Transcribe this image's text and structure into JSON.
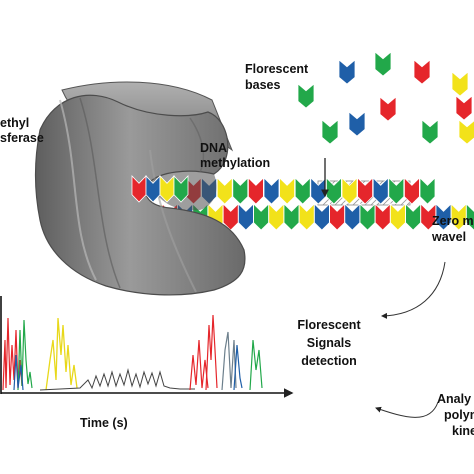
{
  "labels": {
    "enzyme_line1": "ethyl",
    "enzyme_line2": "sferase",
    "dna_methylation_line1": "DNA",
    "dna_methylation_line2": "methylation",
    "florescent_bases_line1": "Florescent",
    "florescent_bases_line2": "bases",
    "zero_mode_line1": "Zero m",
    "zero_mode_line2": "wavel",
    "signals_line1": "Florescent",
    "signals_line2": "Signals",
    "signals_line3": "detection",
    "time_axis": "Time (s)",
    "analysis_line1": "Analy",
    "analysis_line2": "polym",
    "analysis_line3": "kine"
  },
  "colors": {
    "red": "#e5262b",
    "green": "#22a84a",
    "blue": "#1f5fa8",
    "yellow": "#f2e21a",
    "enzyme": "#8c8c8c",
    "trace_black": "#444444",
    "trace_gray": "#6c7f8c"
  },
  "free_bases": [
    {
      "color": "blue"
    },
    {
      "color": "green"
    },
    {
      "color": "red"
    },
    {
      "color": "yellow"
    },
    {
      "color": "green"
    },
    {
      "color": "red"
    },
    {
      "color": "green"
    },
    {
      "color": "blue"
    },
    {
      "color": "green"
    },
    {
      "color": "red"
    },
    {
      "color": "yellow"
    }
  ],
  "strand_top_colors": [
    "red",
    "blue",
    "yellow",
    "green",
    "red",
    "blue",
    "yellow",
    "green",
    "blue",
    "green",
    "yellow",
    "red",
    "blue",
    "green",
    "red",
    "green"
  ],
  "strand_bottom_colors": [
    "green",
    "yellow",
    "red",
    "blue",
    "green",
    "yellow",
    "red",
    "blue",
    "green",
    "yellow",
    "green",
    "yellow",
    "blue",
    "red",
    "blue",
    "green",
    "red",
    "yellow",
    "green",
    "red",
    "blue",
    "yellow",
    "green",
    "blue"
  ]
}
